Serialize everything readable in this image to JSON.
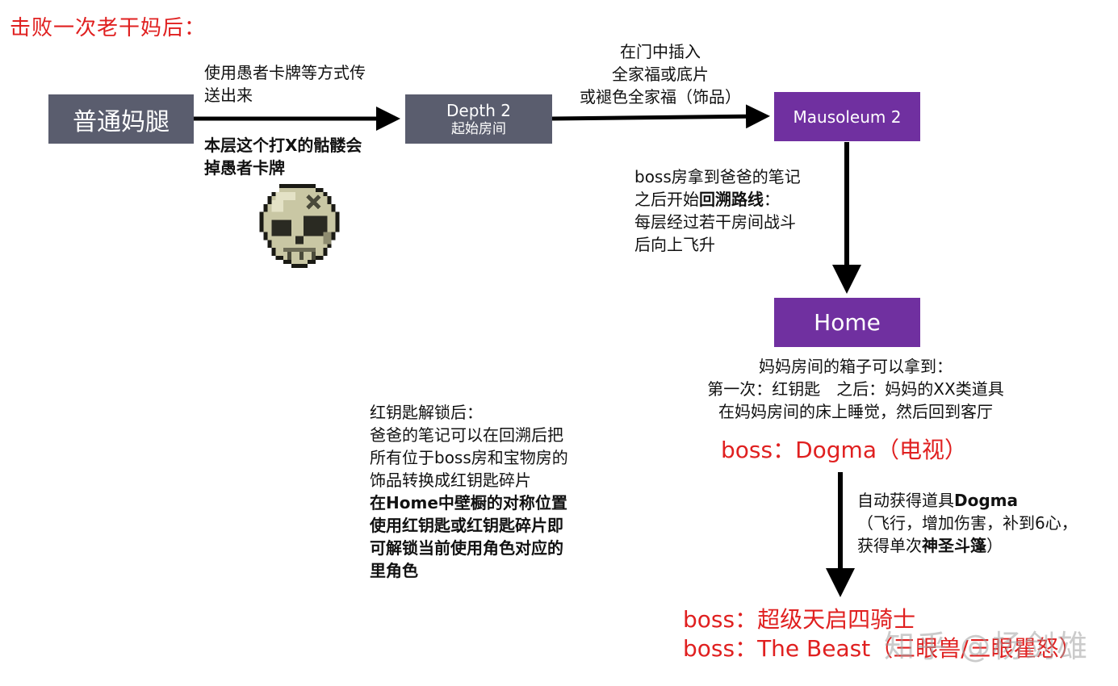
{
  "title": "击败一次老干妈后：",
  "nodes": {
    "start": "普通妈腿",
    "depth2": {
      "line1": "Depth 2",
      "line2": "起始房间"
    },
    "mausoleum": "Mausoleum 2",
    "home": "Home"
  },
  "edge_notes": {
    "to_depth2": [
      "使用愚者卡牌等方式传",
      "送出来"
    ],
    "skull_note": [
      "本层这个打X的骷髅会",
      "掉愚者卡牌"
    ],
    "to_mausoleum": [
      "在门中插入",
      "全家福或底片",
      "或褪色全家福（饰品）"
    ],
    "to_home": {
      "line1": "boss房拿到爸爸的笔记",
      "line2_prefix": "之后开始",
      "line2_bold": "回溯路线",
      "line2_suffix": "：",
      "line3": "每层经过若干房间战斗",
      "line4": "后向上飞升"
    }
  },
  "home_notes": [
    "妈妈房间的箱子可以拿到：",
    "第一次：红钥匙　之后：妈妈的XX类道具",
    "在妈妈房间的床上睡觉，然后回到客厅"
  ],
  "boss_dogma": "boss：Dogma（电视）",
  "dogma_note": {
    "line1_prefix": "自动获得道具",
    "line1_bold": "Dogma",
    "line2": "（飞行，增加伤害，补到6心，",
    "line3_prefix": "获得单次",
    "line3_bold": "神圣斗篷",
    "line3_suffix": "）"
  },
  "final_bosses": [
    "boss：超级天启四骑士",
    "boss：The Beast（三眼兽/三眼瞿怒）"
  ],
  "key_note": {
    "normal": [
      "红钥匙解锁后：",
      "爸爸的笔记可以在回溯后把",
      "所有位于boss房和宝物房的",
      "饰品转换成红钥匙碎片"
    ],
    "bold": [
      "在Home中壁橱的对称位置",
      "使用红钥匙或红钥匙碎片即",
      "可解锁当前使用角色对应的",
      "里角色"
    ]
  },
  "watermark": "知乎 @杨剑雄",
  "colors": {
    "gray_box": "#5a5d6e",
    "purple_box": "#7030a0",
    "red_text": "#e02020",
    "arrow": "#000000"
  },
  "icons": {
    "skull": "skull-icon"
  }
}
